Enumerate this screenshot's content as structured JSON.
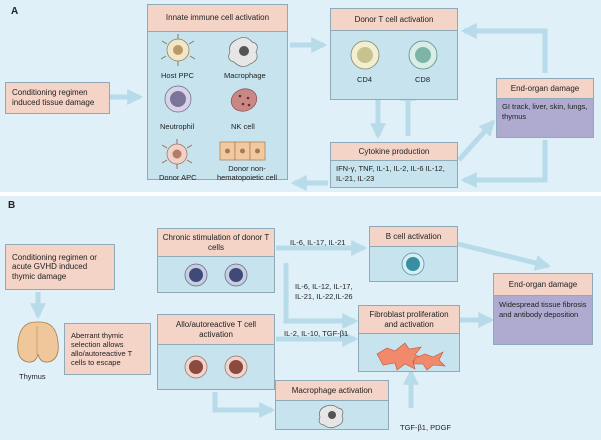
{
  "panel_a": {
    "letter": "A",
    "conditioning": "Conditioning regimen induced tissue damage",
    "innate": {
      "title": "Innate immune cell activation",
      "cells": [
        "Host PPC",
        "Macrophage",
        "Neutrophil",
        "NK cell",
        "Donor APC",
        "Donor non-hematopoietic cell"
      ]
    },
    "donor_t": {
      "title": "Donor T cell activation",
      "cells": [
        "CD4",
        "CD8"
      ]
    },
    "cytokine": {
      "title": "Cytokine production",
      "text": "IFN-γ, TNF, IL-1, IL-2, IL-6 IL-12, IL-21, IL-23"
    },
    "end_organ": {
      "title": "End-organ damage",
      "text": "GI track, liver, skin, lungs, thymus"
    }
  },
  "panel_b": {
    "letter": "B",
    "conditioning": "Conditioning regimen or acute GVHD induced thymic damage",
    "thymus_label": "Thymus",
    "aberrant": "Aberrant thymic selection allows allo/autoreactive T cells to escape",
    "chronic": {
      "title": "Chronic stimulation of donor T cells"
    },
    "allo": {
      "title": "Allo/autoreactive T cell activation"
    },
    "macrophage": {
      "title": "Macrophage activation"
    },
    "bcell": {
      "title": "B cell activation"
    },
    "fibro": {
      "title": "Fibroblast proliferation and activation"
    },
    "end_organ": {
      "title": "End-organ damage",
      "text": "Widespread tissue fibrosis and antibody deposition"
    },
    "labels": {
      "to_bcell": "IL-6, IL-17, IL-21",
      "to_fibro_from_chronic": "IL-6, IL-12, IL-17, IL-21, IL-22,IL-26",
      "to_fibro_from_allo": "IL-2, IL-10, TGF-β1",
      "to_fibro_from_macro": "TGF-β1, PDGF"
    }
  },
  "colors": {
    "panel_bg": "#dff0f8",
    "salmon": "#f5d4c8",
    "cell_body": "#c6e3ee",
    "lavender": "#aeaad0",
    "arrow": "#b7dbe8"
  }
}
